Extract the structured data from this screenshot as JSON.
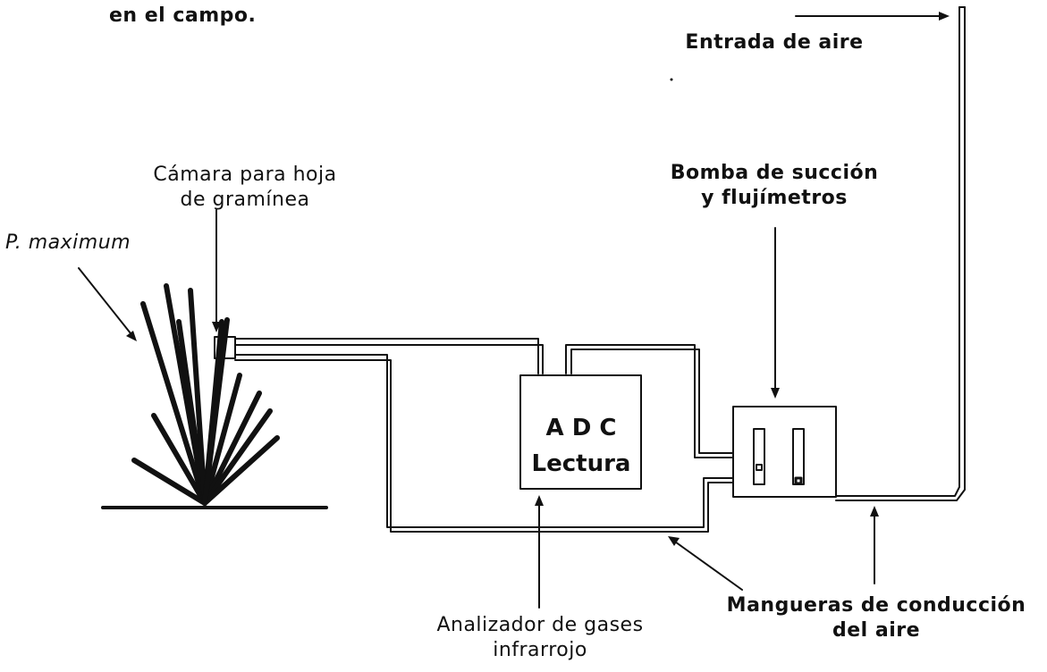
{
  "caption_tail": "en el campo.",
  "labels": {
    "air_inlet": "Entrada de aire",
    "leaf_chamber_line1": "Cámara para hoja",
    "leaf_chamber_line2": "de gramínea",
    "species": "P. maximum",
    "pump_line1": "Bomba de succión",
    "pump_line2": "y flujímetros",
    "analyzer_line1": "Analizador de gases",
    "analyzer_line2": "infrarrojo",
    "hoses_line1": "Mangueras de conducción",
    "hoses_line2": "del aire"
  },
  "adc_box": {
    "line1": "A D C",
    "line2": "Lectura"
  },
  "colors": {
    "ink": "#111111",
    "background": "#ffffff"
  }
}
